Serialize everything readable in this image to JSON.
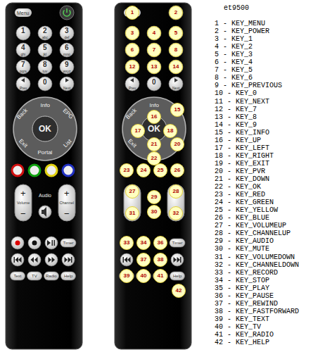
{
  "diagram": {
    "title": "et9500",
    "labels": [
      "Menu",
      "1",
      "2",
      "abc",
      "3",
      "def",
      "4",
      "ghi",
      "5",
      "jkl",
      "6",
      "mno",
      "7",
      "pqrs",
      "8",
      "tuv",
      "9",
      "wxyz",
      "Prev",
      "0",
      "Next",
      "Back",
      "Info",
      "EPG",
      "OK",
      "Exit",
      "Portal",
      "List",
      "+",
      "Volume",
      "−",
      "Audio",
      "+",
      "Channel",
      "−",
      "Timer",
      "Text",
      "TV",
      "Radio",
      "Help",
      "Prev",
      "0",
      "Next",
      "Back",
      "Info",
      "Exit",
      "OK",
      "Timer",
      "Help",
      "1",
      "2",
      "3",
      "4",
      "5",
      "6",
      "7",
      "8",
      "12",
      "13",
      "14",
      "15",
      "16",
      "17",
      "18",
      "20",
      "21",
      "22",
      "23",
      "24",
      "25",
      "26",
      "27",
      "28",
      "29",
      "30",
      "31",
      "32",
      "33",
      "34",
      "36",
      "37",
      "38",
      "39",
      "40",
      "41",
      "42",
      "1 - KEY_MENU",
      "2 - KEY_POWER",
      "3 - KEY_1",
      "4 - KEY_2",
      "5 - KEY_3",
      "6 - KEY_4",
      "7 - KEY_5",
      "8 - KEY_6",
      "9 - KEY_PREVIOUS",
      "10 - KEY_0",
      "11 - KEY_NEXT",
      "12 - KEY_7",
      "13 - KEY_8",
      "14 - KEY_9",
      "15 - KEY_INFO",
      "16 - KEY_UP",
      "17 - KEY_LEFT",
      "18 - KEY_RIGHT",
      "19 - KEY_EXIT",
      "20 - KEY_PVR",
      "21 - KEY_DOWN",
      "22 - KEY_OK",
      "23 - KEY_RED",
      "24 - KEY_GREEN",
      "25 - KEY_YELLOW",
      "26 - KEY_BLUE",
      "27 - KEY_VOLUMEUP",
      "28 - KEY_CHANNELUP",
      "29 - KEY_AUDIO",
      "30 - KEY_MUTE",
      "31 - KEY_VOLUMEDOWN",
      "32 - KEY_CHANNELDOWN",
      "33 - KEY_RECORD",
      "34 - KEY_STOP",
      "35 - KEY_PLAY",
      "36 - KEY_PAUSE",
      "37 - KEY_REWIND",
      "38 - KEY_FASTFORWARD",
      "39 - KEY_TEXT",
      "40 - KEY_TV",
      "41 - KEY_RADIO",
      "42 - KEY_HELP"
    ]
  }
}
